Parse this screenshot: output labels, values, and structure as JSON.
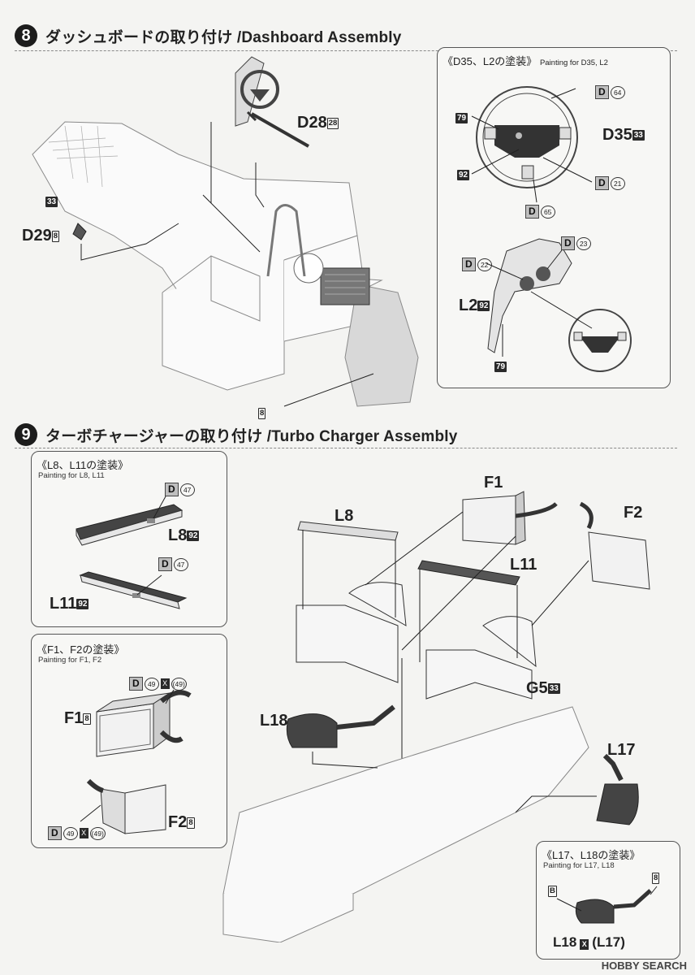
{
  "step8": {
    "number": "8",
    "title": "ダッシュボードの取り付け /Dashboard Assembly",
    "paint_box": {
      "title": "《D35、L2の塗装》",
      "subtitle": "Painting for D35, L2",
      "labels": {
        "d35": "D35",
        "d35_code": "33",
        "l2": "L2",
        "l2_code": "92",
        "code_79a": "79",
        "code_92": "92",
        "code_79b": "79",
        "d64": "64",
        "d21": "21",
        "d65": "65",
        "d22": "22",
        "d23": "23",
        "d_letter": "D"
      }
    },
    "labels": {
      "d28": "D28",
      "d28_code": "28",
      "d29": "D29",
      "d29_code": "8",
      "code_33": "33",
      "code_8": "8"
    }
  },
  "step9": {
    "number": "9",
    "title": "ターボチャージャーの取り付け /Turbo Charger Assembly",
    "box_l8": {
      "title": "《L8、L11の塗装》",
      "subtitle": "Painting for L8, L11",
      "l8": "L8",
      "l8_code": "92",
      "l11": "L11",
      "l11_code": "92",
      "d47a": "47",
      "d47b": "47"
    },
    "box_f": {
      "title": "《F1、F2の塗装》",
      "subtitle": "Painting for F1, F2",
      "f1": "F1",
      "f1_code": "8",
      "f2": "F2",
      "f2_code": "8",
      "c49a": "49",
      "c49b": "(49)",
      "c49c": "49",
      "c49d": "(49)"
    },
    "box_l17": {
      "title": "《L17、L18の塗装》",
      "subtitle": "Painting for L17, L18",
      "code_b": "B",
      "code_8": "8",
      "l18": "L18",
      "l17": "(L17)"
    },
    "labels": {
      "l8": "L8",
      "f1": "F1",
      "f2": "F2",
      "l11": "L11",
      "g5": "G5",
      "g5_code": "33",
      "l18": "L18",
      "l17": "L17"
    }
  },
  "watermark": "HOBBY SEARCH"
}
